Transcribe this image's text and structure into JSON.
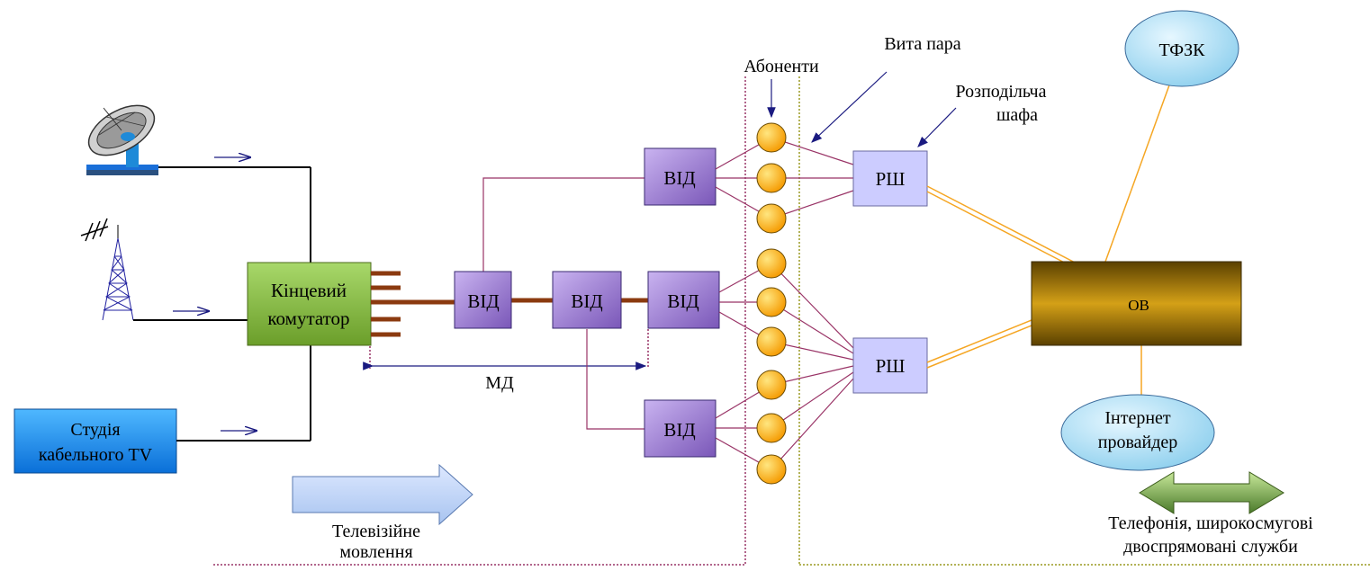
{
  "labels": {
    "subscribers": "Абоненти",
    "twisted_pair": "Вита  пара",
    "cabinet_line1": "Розподільча",
    "cabinet_line2": "шафа",
    "pstn": "ТФЗК",
    "ov": "ОВ",
    "internet_line1": "Інтернет",
    "internet_line2": "провайдер",
    "telephony_line1": "Телефонія, широкосмугові",
    "telephony_line2": "двоспрямовані служби",
    "tv_line1": "Телевізійне",
    "tv_line2": "мовлення",
    "switch_line1": "Кінцевий",
    "switch_line2": "комутатор",
    "studio_line1": "Студія",
    "studio_line2": "кабельного TV",
    "md": "МД",
    "vid_1": "ВІД",
    "vid_2": "ВІД",
    "vid_3": "ВІД",
    "vid_4": "ВІД",
    "vid_5": "ВІД",
    "rsh_1": "РШ",
    "rsh_2": "РШ"
  },
  "colors": {
    "vid_box": "#9f7fd6",
    "rsh_box": "#ccccff",
    "switch_box": "#8bc34a",
    "studio_box": "#1e90ff",
    "trunk": "#8b3a0f",
    "purple_line": "#993366",
    "orange_line": "#f5a623",
    "subscriber": "#ffb300",
    "ov_gold": "#b8860b",
    "bubble": "#b0e0f5",
    "navy": "#1a1a80"
  },
  "icons": [
    "satellite-dish-icon",
    "antenna-tower-icon"
  ]
}
